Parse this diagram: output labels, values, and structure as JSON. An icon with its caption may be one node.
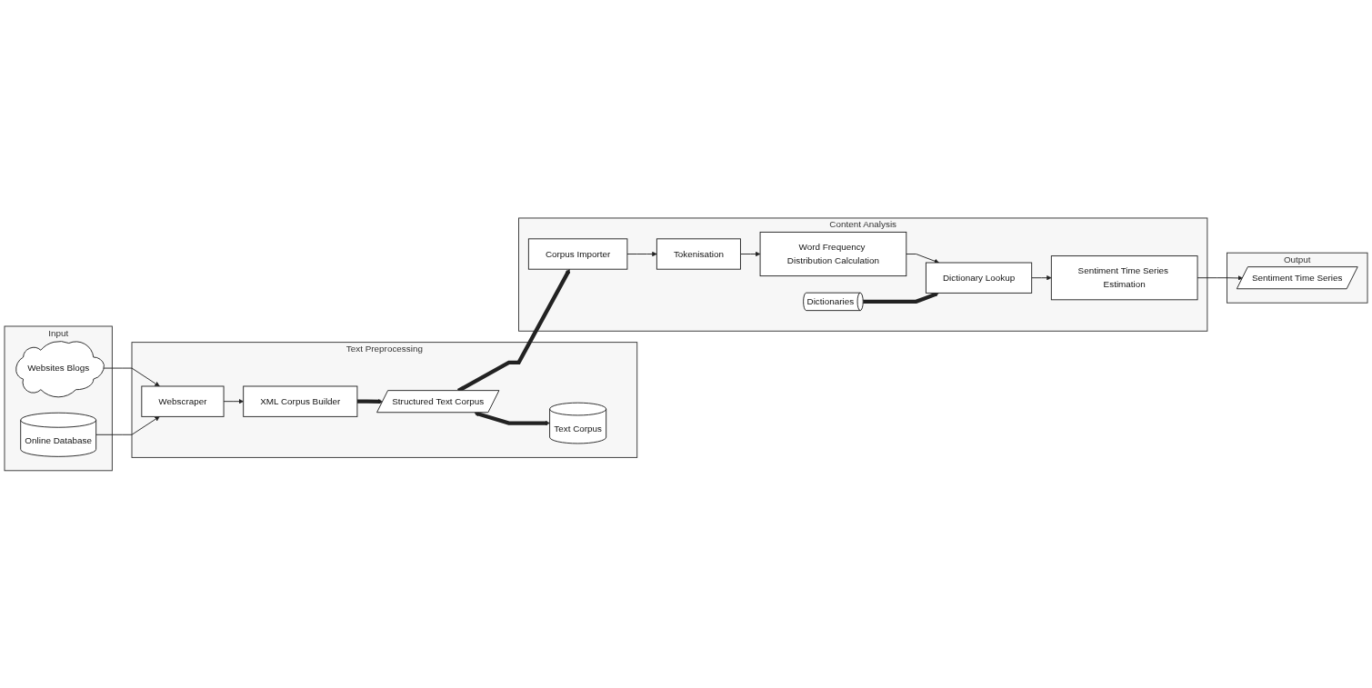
{
  "diagram": {
    "nodes": [
      {
        "text": [
          "Input"
        ]
      },
      {
        "text": [
          "Websites Blogs"
        ],
        "in": 0
      },
      {
        "text": [
          "Online Database"
        ],
        "in": 0
      },
      {
        "text": [
          "Text Preprocessing"
        ]
      },
      {
        "text": [
          "Webscraper"
        ],
        "in": 3
      },
      {
        "text": [
          "XML Corpus Builder"
        ],
        "in": 3
      },
      {
        "text": [
          "Structured Text Corpus"
        ],
        "in": 3
      },
      {
        "text": [
          "Text Corpus"
        ],
        "in": 3
      },
      {
        "text": [
          "Content Analysis"
        ]
      },
      {
        "text": [
          "Corpus Importer"
        ],
        "in": 8
      },
      {
        "text": [
          "Tokenisation"
        ],
        "in": 8
      },
      {
        "text": [
          "Word Frequency Distribution Calculation"
        ],
        "in": 8
      },
      {
        "text": [
          "Sentiment Time Series Estimation"
        ],
        "in": 8
      },
      {
        "text": [
          "Dictionaries"
        ],
        "in": 8
      },
      {
        "text": [
          "Dictionary Lookup"
        ],
        "in": 8
      },
      {
        "text": [
          "Output"
        ]
      },
      {
        "text": [
          "Sentiment Time Series"
        ],
        "in": 15
      }
    ],
    "edges": [
      {
        "from": 1,
        "to": 4,
        "arrow": "to"
      },
      {
        "from": 2,
        "to": 4,
        "arrow": "to"
      },
      {
        "from": 4,
        "to": 5,
        "arrow": "to"
      },
      {
        "from": 5,
        "to": 6,
        "arrow": "to",
        "style": "thick"
      },
      {
        "from": 6,
        "to": 7,
        "arrow": "both",
        "style": "thick"
      },
      {
        "from": 6,
        "to": 9,
        "arrow": "to",
        "style": "thick"
      },
      {
        "from": 9,
        "to": 10,
        "arrow": "to"
      },
      {
        "from": 10,
        "to": 11,
        "arrow": "to"
      },
      {
        "from": 11,
        "to": 14,
        "arrow": "to"
      },
      {
        "from": 13,
        "to": 14,
        "arrow": "to",
        "style": "thick"
      },
      {
        "from": 14,
        "to": 12,
        "arrow": "to"
      },
      {
        "from": 12,
        "to": 16,
        "arrow": "to"
      }
    ]
  }
}
